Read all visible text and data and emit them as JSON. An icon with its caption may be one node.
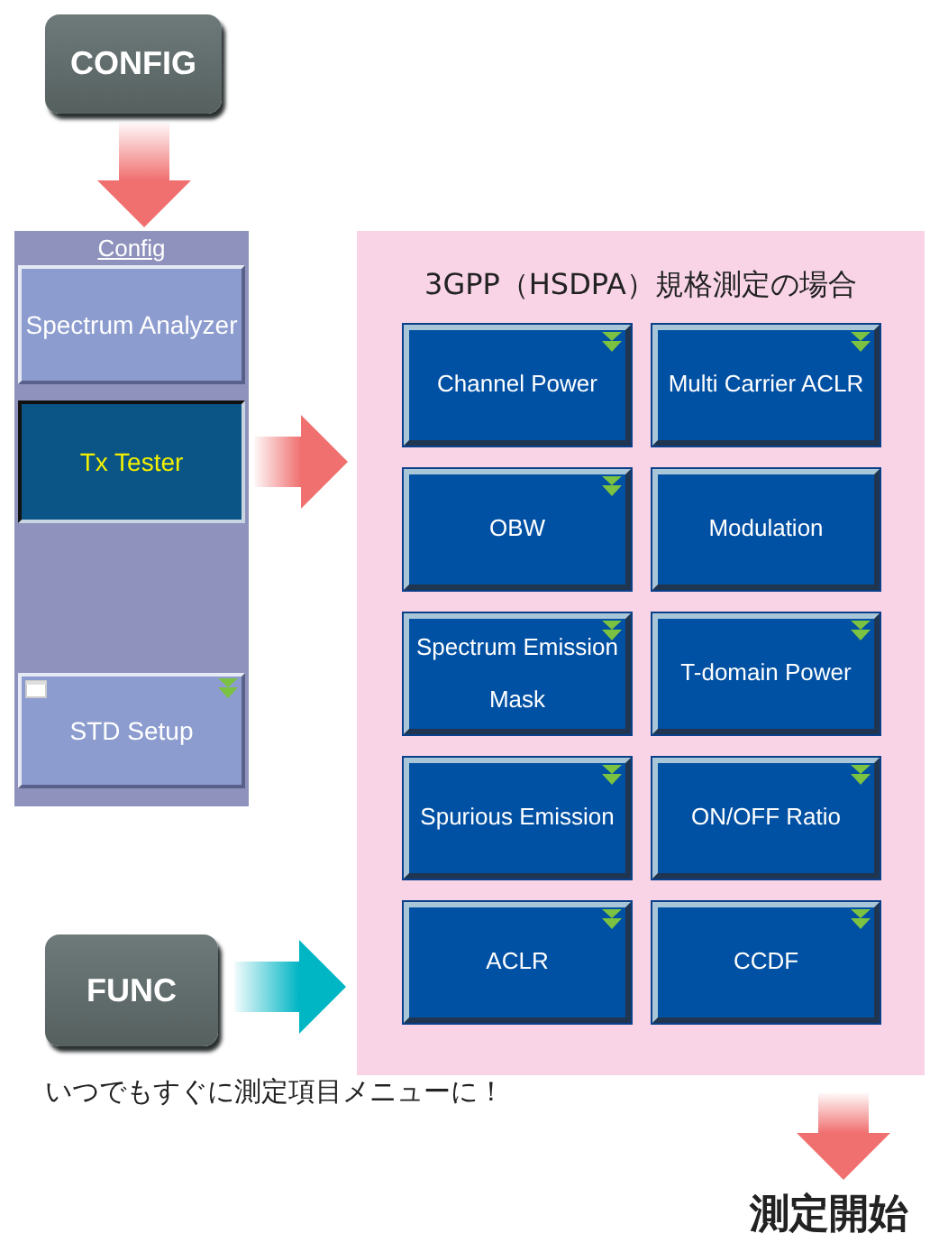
{
  "diagram": {
    "nodes": [
      {
        "text": [
          "CONFIG"
        ]
      },
      {
        "text": [
          "Config"
        ]
      },
      {
        "text": [
          "Spectrum Analyzer"
        ],
        "in": 1
      },
      {
        "text": [
          "Tx Tester"
        ],
        "in": 1
      },
      {
        "text": [
          "STD Setup"
        ],
        "in": 1
      },
      {
        "text": [
          "3GPP（HSDPA）規格測定の場合"
        ]
      },
      {
        "text": [
          "Channel Power"
        ],
        "in": 5
      },
      {
        "text": [
          "Multi Carrier ACLR"
        ],
        "in": 5
      },
      {
        "text": [
          "OBW"
        ],
        "in": 5
      },
      {
        "text": [
          "Modulation"
        ],
        "in": 5
      },
      {
        "text": [
          "Spectrum Emission Mask"
        ],
        "in": 5
      },
      {
        "text": [
          "T-domain Power"
        ],
        "in": 5
      },
      {
        "text": [
          "Spurious Emission"
        ],
        "in": 5
      },
      {
        "text": [
          "ON/OFF Ratio"
        ],
        "in": 5
      },
      {
        "text": [
          "ACLR"
        ],
        "in": 5
      },
      {
        "text": [
          "CCDF"
        ],
        "in": 5
      },
      {
        "text": [
          "FUNC"
        ]
      },
      {
        "text": [
          "測定開始"
        ]
      }
    ],
    "edges": [
      {
        "from": 0,
        "to": 1,
        "arrow": "to",
        "style": "thick"
      },
      {
        "from": 3,
        "to": 5,
        "arrow": "to",
        "style": "thick"
      },
      {
        "from": 16,
        "to": 5,
        "arrow": "to",
        "style": "thick",
        "color": "#00b5c4"
      },
      {
        "from": 5,
        "to": 17,
        "arrow": "to",
        "style": "thick"
      }
    ],
    "labels": [
      "いつでもすぐに測定項目メニューに！"
    ]
  }
}
